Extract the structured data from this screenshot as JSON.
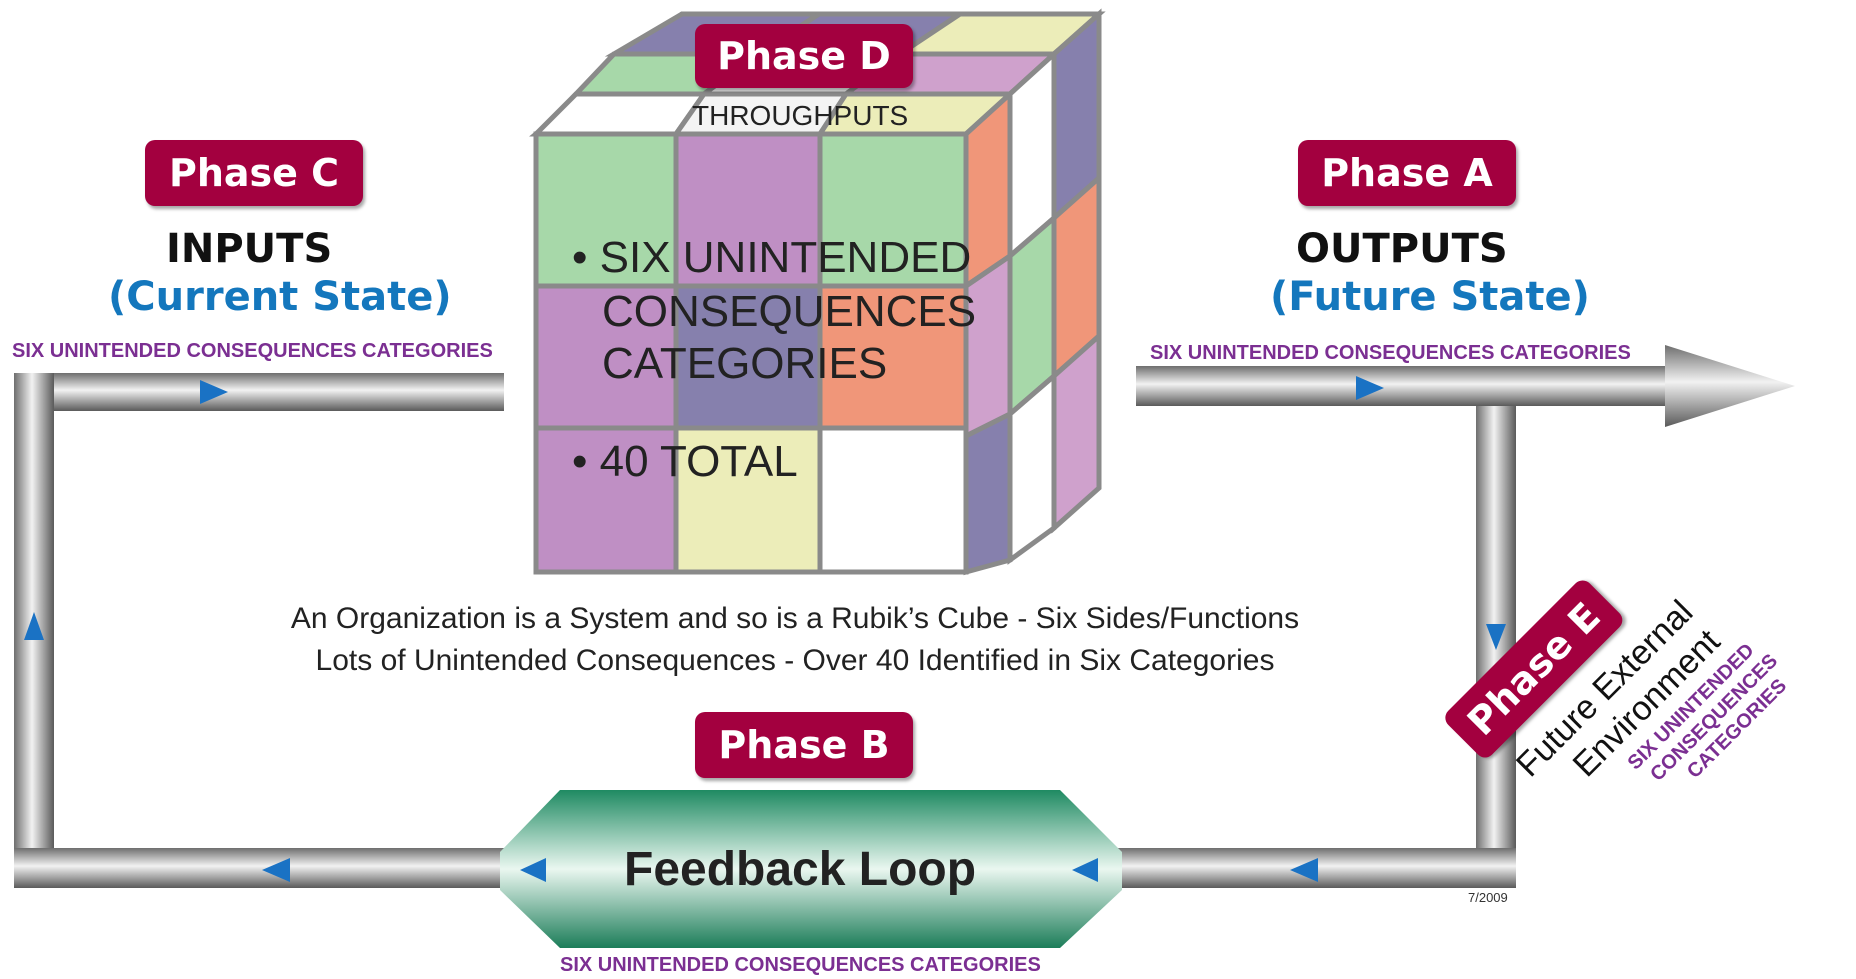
{
  "phases": {
    "c": {
      "label": "Phase C",
      "title": "INPUTS",
      "subtitle": "(Current State)",
      "category": "SIX UNINTENDED CONSEQUENCES CATEGORIES"
    },
    "a": {
      "label": "Phase A",
      "title": "OUTPUTS",
      "subtitle": "(Future State)",
      "category": "SIX UNINTENDED CONSEQUENCES CATEGORIES"
    },
    "d": {
      "label": "Phase D",
      "title": "THROUGHPUTS"
    },
    "b": {
      "label": "Phase B",
      "title": "Feedback Loop",
      "category": "SIX UNINTENDED CONSEQUENCES CATEGORIES"
    },
    "e": {
      "label": "Phase E",
      "line1": "Future External",
      "line2": "Environment",
      "cat1": "SIX UNINTENDED",
      "cat2": "CONSEQUENCES",
      "cat3": "CATEGORIES"
    }
  },
  "cube": {
    "bullet1_line1": "• SIX UNINTENDED",
    "bullet1_line2": "CONSEQUENCES",
    "bullet1_line3": "CATEGORIES",
    "bullet2": "• 40 TOTAL"
  },
  "caption": {
    "line1": "An Organization is a System and so is a Rubik’s Cube - Six Sides/Functions",
    "line2": "Lots of Unintended Consequences - Over 40 Identified in Six Categories"
  },
  "date": "7/2009",
  "colors": {
    "badge": "#a3003f",
    "blue": "#1477bd",
    "purple": "#7b2f92",
    "arrow_marker": "#1a72c4"
  }
}
